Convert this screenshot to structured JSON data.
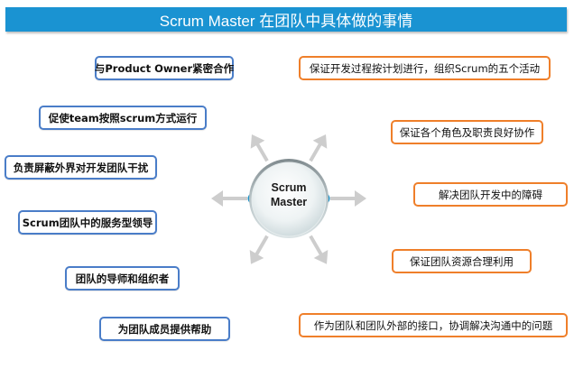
{
  "title": "Scrum Master 在团队中具体做的事情",
  "center": {
    "line1": "Scrum",
    "line2": "Master"
  },
  "left_items": [
    {
      "label": "与Product Owner紧密合作"
    },
    {
      "label": "促使team按照scrum方式运行"
    },
    {
      "label": "负责屏蔽外界对开发团队干扰"
    },
    {
      "label": "Scrum团队中的服务型领导"
    },
    {
      "label": "团队的导师和组织者"
    },
    {
      "label": "为团队成员提供帮助"
    }
  ],
  "right_items": [
    {
      "label": "保证开发过程按计划进行，组织Scrum的五个活动"
    },
    {
      "label": "保证各个角色及职责良好协作"
    },
    {
      "label": "解决团队开发中的障碍"
    },
    {
      "label": "保证团队资源合理利用"
    },
    {
      "label": "作为团队和团队外部的接口，协调解决沟通中的问题"
    }
  ],
  "colors": {
    "title_bg": "#1a93d2",
    "left_border": "#4a7dc8",
    "right_border": "#ef7f2a",
    "center_nub": "#1a8fc4"
  }
}
